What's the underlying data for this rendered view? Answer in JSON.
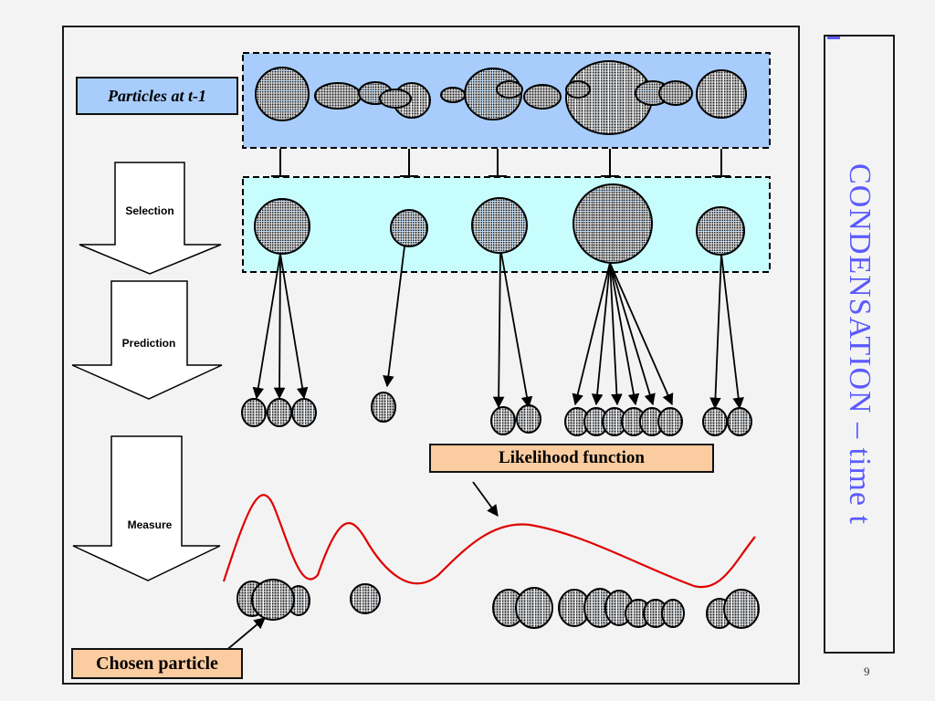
{
  "slide": {
    "title": "CONDENSATION – time t",
    "page_number": "9"
  },
  "labels": {
    "particles_prev": "Particles at t-1",
    "likelihood": "Likelihood function",
    "chosen": "Chosen particle"
  },
  "steps": {
    "selection": "Selection",
    "prediction": "Prediction",
    "measure": "Measure"
  },
  "colors": {
    "prev_band": "#a8cdfc",
    "selected_band": "#c8fdfd",
    "label_fill": "#fbcca0",
    "curve": "#e00000",
    "title": "#5a5aff"
  }
}
